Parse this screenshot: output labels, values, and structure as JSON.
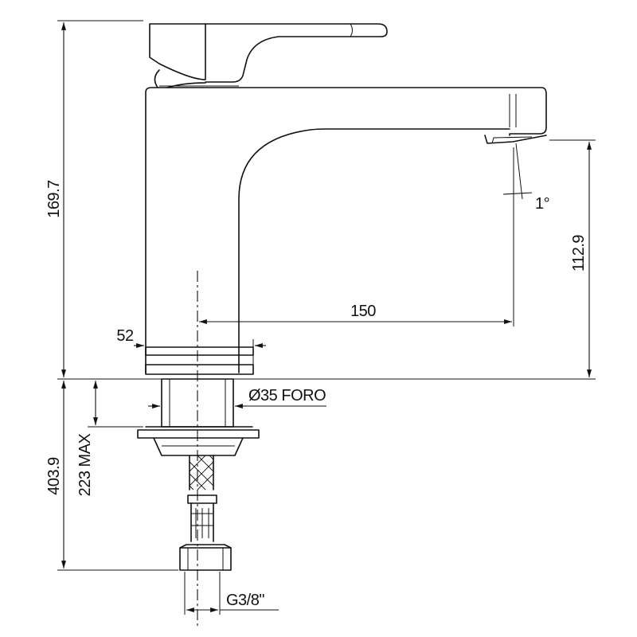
{
  "dimensions": {
    "total_height": "169.7",
    "spout_height": "112.9",
    "spout_reach": "150",
    "base_diameter": "52",
    "hole_diameter": "Ø35 FORO",
    "below_deck_length": "403.9",
    "max_deck_thickness": "223 MAX",
    "connection": "G3/8\"",
    "spout_angle": "1°"
  }
}
